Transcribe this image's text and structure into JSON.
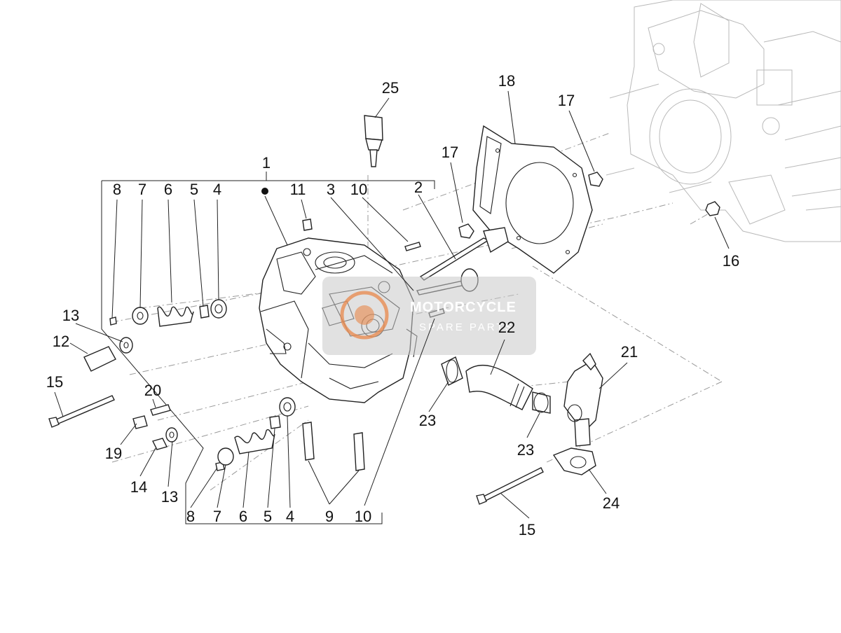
{
  "callouts": {
    "c1": "1",
    "c2": "2",
    "c3": "3",
    "c4a": "4",
    "c4b": "4",
    "c5a": "5",
    "c5b": "5",
    "c6a": "6",
    "c6b": "6",
    "c7a": "7",
    "c7b": "7",
    "c8a": "8",
    "c8b": "8",
    "c9": "9",
    "c10a": "10",
    "c10b": "10",
    "c11": "11",
    "c12": "12",
    "c13a": "13",
    "c13b": "13",
    "c14": "14",
    "c15a": "15",
    "c15b": "15",
    "c16": "16",
    "c17a": "17",
    "c17b": "17",
    "c18": "18",
    "c19": "19",
    "c20": "20",
    "c21": "21",
    "c22": "22",
    "c23a": "23",
    "c23b": "23",
    "c24": "24",
    "c25": "25"
  },
  "watermark": {
    "line1": "MOTORCYCLE",
    "line2": "SPARE PARTS"
  },
  "colors": {
    "line": "#222222",
    "ghost_engine": "#b9b9b9",
    "watermark_logo": "#e8874a"
  }
}
